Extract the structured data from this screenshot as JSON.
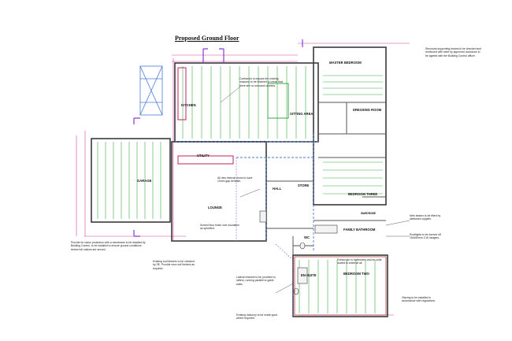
{
  "title": "Proposed Ground Floor",
  "rooms": {
    "master_bedroom": "MASTER BEDROOM",
    "kitchen": "KITCHEN",
    "sitting_area": "SITTING AREA",
    "dressing_room": "DRESSING ROOM",
    "utility": "UTILITY",
    "garage": "GARAGE",
    "hall": "HALL",
    "store": "STORE",
    "bedroom_three": "BEDROOM THREE",
    "wardrobe": "WARDROBE",
    "lounge": "LOUNGE",
    "wc": "WC",
    "family_bathroom": "FAMILY BATHROOM",
    "ensuite": "EN-SUITE",
    "bedroom_two": "BEDROOM TWO"
  },
  "notes": {
    "foundation": "Provide for radon protection with a membrane to be detailed by Building Control, to be installed to ensure ground conditions before full notices are served.",
    "roof_timbers": "Existing roof timbers to be checked by SE. Provide new roof timbers as required.",
    "party_wall": "Structural supporting beams to be checked and reinforced with steel by approved contractor to be agreed with the Building Control officer.",
    "contractor_wall": "Contractor to expose the existing masonry to be retained to check that there are no unsound courses.",
    "new_internal_doors": "All new internal doors to have 10mm gap beneath.",
    "beam_over": "New beams to be fitted by steelwork supplier.",
    "rooflights": "Rooflights to be formed off 150x50mm C16 hangers.",
    "extract_fan": "Extract fan to bathrooms and en-suite ducted to external air.",
    "lateral_restraint": "Lateral restraint to be provided to rafters, running parallel to gable walls.",
    "existing_masonry": "Existing masonry to be made good where required.",
    "screed": "Screed floor finish over insulation as specified.",
    "glazing": "Glazing to be installed in accordance with regulations."
  },
  "colors": {
    "wall": "#3a3a3a",
    "joist": "#39a845",
    "dimension": "#e03aa8",
    "cabinet": "#c01f5a",
    "structure": "#4a7bd8",
    "brick": "#b33a3a"
  }
}
